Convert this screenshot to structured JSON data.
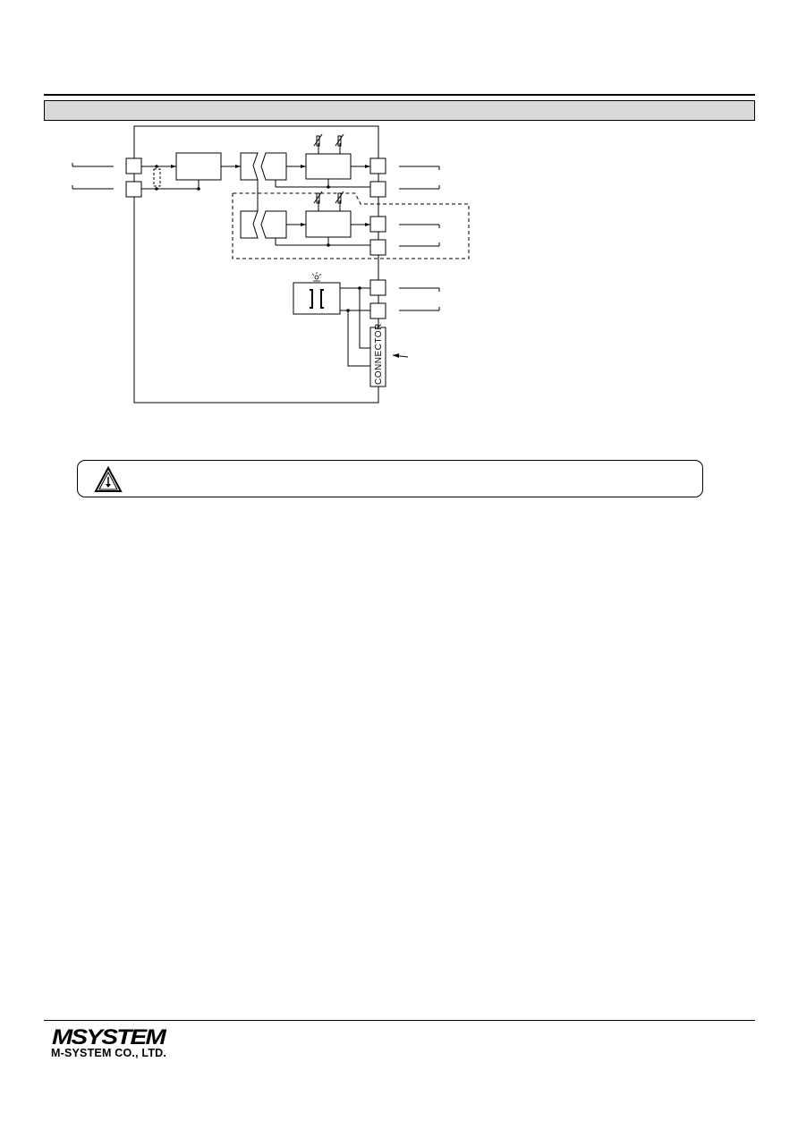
{
  "diagram": {
    "connector_label": "CONNECTOR"
  },
  "footer": {
    "logo_text": "MSYSTEM",
    "company_name": "M-SYSTEM CO., LTD."
  },
  "icons": {
    "warning": "warning-triangle-icon"
  },
  "colors": {
    "section_bar": "#d9d9d9",
    "ink": "#000000"
  }
}
